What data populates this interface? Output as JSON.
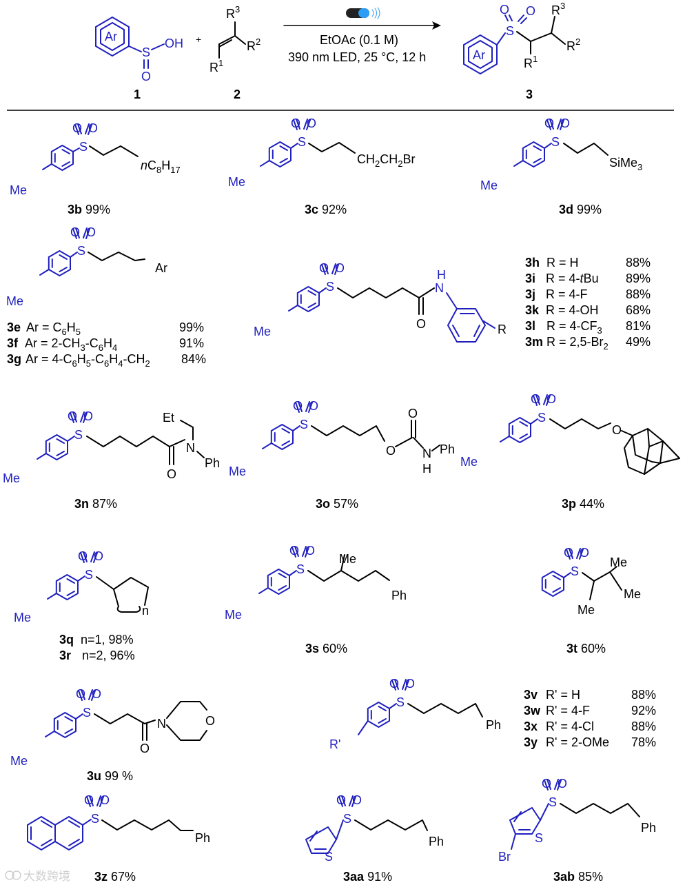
{
  "scheme": {
    "reactant1": {
      "ring_label": "Ar",
      "S": "S",
      "O": "O",
      "OH": "OH",
      "number": "1"
    },
    "reactant2": {
      "R1": "R",
      "R1_sup": "1",
      "R2": "R",
      "R2_sup": "2",
      "R3": "R",
      "R3_sup": "3",
      "number": "2"
    },
    "plus": "+",
    "conditions": {
      "line1": "EtOAc (0.1 M)",
      "line2": "390 nm LED, 25 °C, 12 h"
    },
    "product": {
      "ring_label": "Ar",
      "number": "3"
    }
  },
  "labels": {
    "S": "S",
    "O": "O",
    "Me": "Me",
    "Ph": "Ph",
    "Ar": "Ar",
    "N": "N",
    "H": "H",
    "R": "R",
    "Rp": "R'",
    "Et": "Et",
    "Br": "Br",
    "n": "n",
    "nC8H17": {
      "n": "n",
      "C": "C",
      "s8": "8",
      "H": "H",
      "s17": "17"
    },
    "ch2ch2br": {
      "a": "CH",
      "s1": "2",
      "b": "CH",
      "s2": "2",
      "c": "Br"
    },
    "sime3": {
      "a": "SiMe",
      "s": "3"
    }
  },
  "compounds": {
    "b": {
      "id": "3b",
      "yield": "99%"
    },
    "c": {
      "id": "3c",
      "yield": "92%"
    },
    "d": {
      "id": "3d",
      "yield": "99%"
    },
    "efg": [
      {
        "id": "3e",
        "text": "Ar = C",
        "s1": "6",
        "t1": "H",
        "s2": "5",
        "t2": "",
        "s3": "",
        "t3": "",
        "s4": "",
        "t4": "",
        "yield": "99%"
      },
      {
        "id": "3f",
        "text": "Ar = 2-CH",
        "s1": "3",
        "t1": "-C",
        "s2": "6",
        "t2": "H",
        "s3": "4",
        "t3": "",
        "s4": "",
        "t4": "",
        "yield": "91%"
      },
      {
        "id": "3g",
        "text": "Ar = 4-C",
        "s1": "6",
        "t1": "H",
        "s2": "5",
        "t2": "-C",
        "s3": "6",
        "t3": "H",
        "s4": "4",
        "t4": "-CH",
        "s5": "2",
        "yield": "84%"
      }
    ],
    "hm": [
      {
        "id": "3h",
        "r": "R = H",
        "yield": "88%"
      },
      {
        "id": "3i",
        "r": "R = 4-",
        "r_it": "t",
        "r_end": "Bu",
        "yield": "89%"
      },
      {
        "id": "3j",
        "r": "R = 4-F",
        "yield": "88%"
      },
      {
        "id": "3k",
        "r": "R = 4-OH",
        "yield": "68%"
      },
      {
        "id": "3l",
        "r": "R = 4-CF",
        "r_sub": "3",
        "yield": "81%"
      },
      {
        "id": "3m",
        "r": "R = 2,5-Br",
        "r_sub": "2",
        "yield": "49%"
      }
    ],
    "n": {
      "id": "3n",
      "yield": "87%"
    },
    "o": {
      "id": "3o",
      "yield": "57%"
    },
    "p": {
      "id": "3p",
      "yield": "44%"
    },
    "qr": [
      {
        "id": "3q",
        "text": "n=1, 98%"
      },
      {
        "id": "3r",
        "text": "n=2, 96%"
      }
    ],
    "s": {
      "id": "3s",
      "yield": "60%"
    },
    "t": {
      "id": "3t",
      "yield": "60%"
    },
    "u": {
      "id": "3u",
      "yield": "99 %"
    },
    "vy": [
      {
        "id": "3v",
        "r": "R' = H",
        "yield": "88%"
      },
      {
        "id": "3w",
        "r": "R' = 4-F",
        "yield": "92%"
      },
      {
        "id": "3x",
        "r": "R' = 4-Cl",
        "yield": "88%"
      },
      {
        "id": "3y",
        "r": "R' = 2-OMe",
        "yield": "78%"
      }
    ],
    "z": {
      "id": "3z",
      "yield": "67%"
    },
    "aa": {
      "id": "3aa",
      "yield": "91%"
    },
    "ab": {
      "id": "3ab",
      "yield": "85%"
    }
  },
  "watermark": "大数跨境",
  "colors": {
    "ring": "#1f1fbf",
    "chain": "#000000",
    "led_blue": "#2a9df4"
  }
}
